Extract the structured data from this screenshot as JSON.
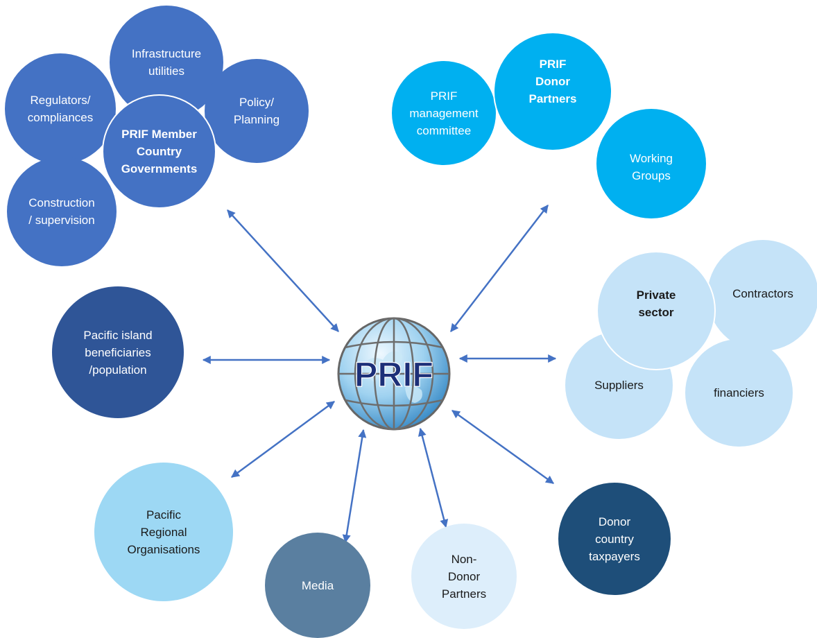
{
  "colors": {
    "member": "#4472c4",
    "member_dark": "#2f5597",
    "donor": "#00b0f0",
    "private": "#c5e3f8",
    "regional": "#9dd8f4",
    "media": "#5a7fa0",
    "non_donor": "#ddeefb",
    "taxpayer": "#1e4e79",
    "arrow": "#4472c4"
  },
  "hub": {
    "label": "PRIF",
    "icon": "globe-icon"
  },
  "nodes": {
    "infrastructure": "Infrastructure\nutilities",
    "regulators": "Regulators/\ncompliances",
    "policy": "Policy/\nPlanning",
    "member_gov": "PRIF Member\nCountry\nGovernments",
    "construction": "Construction\n/ supervision",
    "mgmt_committee": "PRIF\nmanagement\ncommittee",
    "donor_partners": "PRIF\nDonor\nPartners",
    "working_groups": "Working\nGroups",
    "contractors": "Contractors",
    "private_sector": "Private\nsector",
    "suppliers": "Suppliers",
    "financiers": "financiers",
    "beneficiaries": "Pacific island\nbeneficiaries\n/population",
    "regional_orgs": "Pacific\nRegional\nOrganisations",
    "media": "Media",
    "non_donor": "Non-\nDonor\nPartners",
    "taxpayers": "Donor\ncountry\ntaxpayers"
  }
}
